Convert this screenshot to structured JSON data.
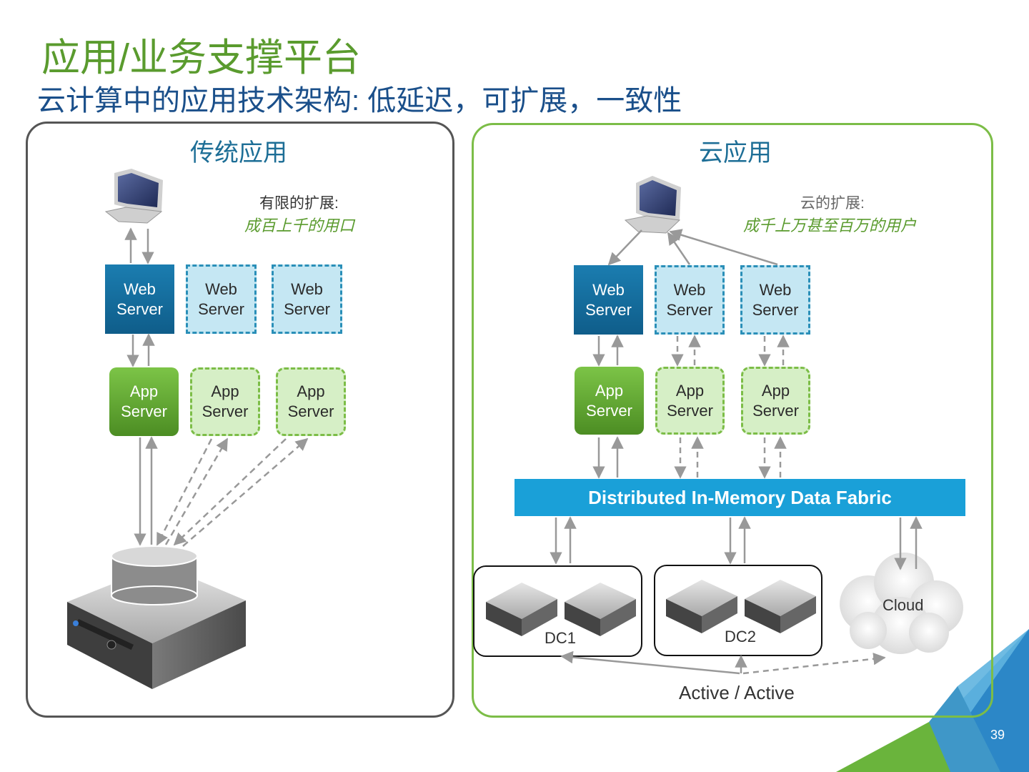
{
  "slide": {
    "title": "应用/业务支撑平台",
    "subtitle": "云计算中的应用技术架构: 低延迟，可扩展，一致性",
    "page_number": "39"
  },
  "left_panel": {
    "title": "传统应用",
    "note_line1": "有限的扩展:",
    "note_line2": "成百上千的用口",
    "web_servers": [
      {
        "line1": "Web",
        "line2": "Server",
        "style": "solid"
      },
      {
        "line1": "Web",
        "line2": "Server",
        "style": "dashed"
      },
      {
        "line1": "Web",
        "line2": "Server",
        "style": "dashed"
      }
    ],
    "app_servers": [
      {
        "line1": "App",
        "line2": "Server",
        "style": "solid"
      },
      {
        "line1": "App",
        "line2": "Server",
        "style": "dashed"
      },
      {
        "line1": "App",
        "line2": "Server",
        "style": "dashed"
      }
    ],
    "icons": [
      "laptop-icon",
      "database-server-icon"
    ]
  },
  "right_panel": {
    "title": "云应用",
    "note_line1": "云的扩展:",
    "note_line2": "成千上万甚至百万的用户",
    "web_servers": [
      {
        "line1": "Web",
        "line2": "Server",
        "style": "solid"
      },
      {
        "line1": "Web",
        "line2": "Server",
        "style": "dashed"
      },
      {
        "line1": "Web",
        "line2": "Server",
        "style": "dashed"
      }
    ],
    "app_servers": [
      {
        "line1": "App",
        "line2": "Server",
        "style": "solid"
      },
      {
        "line1": "App",
        "line2": "Server",
        "style": "dashed"
      },
      {
        "line1": "App",
        "line2": "Server",
        "style": "dashed"
      }
    ],
    "fabric_label": "Distributed In-Memory Data Fabric",
    "dc1_label": "DC1",
    "dc2_label": "DC2",
    "cloud_label": "Cloud",
    "active_label": "Active / Active",
    "icons": [
      "laptop-icon",
      "rack-server-icon",
      "cloud-icon"
    ]
  },
  "colors": {
    "title_green": "#5a9b2e",
    "subtitle_blue": "#1a4f8a",
    "web_solid": "#0f5d8a",
    "web_dash_fill": "#c5e7f3",
    "app_solid": "#4c8d23",
    "app_dash_fill": "#d6efc6",
    "fabric": "#1aa0d8",
    "arrow_gray": "#999999"
  }
}
